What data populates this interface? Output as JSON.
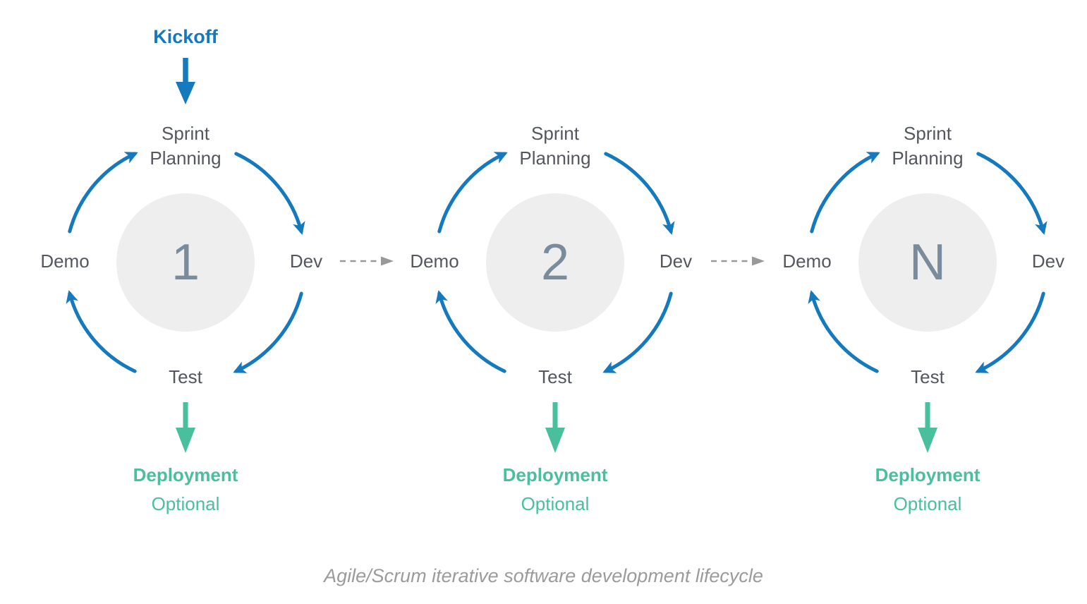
{
  "diagram": {
    "kickoff_label": "Kickoff",
    "caption": "Agile/Scrum iterative software development lifecycle"
  },
  "cycles": [
    {
      "number": "1",
      "planning": "Sprint Planning",
      "dev": "Dev",
      "test": "Test",
      "demo": "Demo",
      "deployment_label": "Deployment",
      "deployment_note": "Optional"
    },
    {
      "number": "2",
      "planning": "Sprint Planning",
      "dev": "Dev",
      "test": "Test",
      "demo": "Demo",
      "deployment_label": "Deployment",
      "deployment_note": "Optional"
    },
    {
      "number": "N",
      "planning": "Sprint Planning",
      "dev": "Dev",
      "test": "Test",
      "demo": "Demo",
      "deployment_label": "Deployment",
      "deployment_note": "Optional"
    }
  ],
  "colors": {
    "arrow_blue": "#1579BE",
    "deploy_green": "#49BF9D",
    "circle_fill": "#EEEEEF",
    "number_gray": "#7A8C9C",
    "label_gray": "#54575F",
    "caption_gray": "#9B9B9B",
    "connector_gray": "#999999"
  }
}
